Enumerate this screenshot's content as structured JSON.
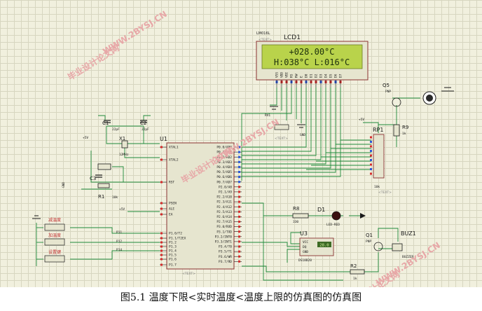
{
  "caption": "图5.1  温度下限<实时温度<温度上限的仿真图的仿真图",
  "watermark": {
    "cn": "毕业设计论文网",
    "en": "WWW.2BYSJ.CN"
  },
  "lcd": {
    "ref": "LCD1",
    "part": "LM016L",
    "text_tag": "<TEXT>",
    "line1": "+028.00°C",
    "line2": "H:038°C  L:016°C",
    "pins": [
      "VSS",
      "VDD",
      "VEE",
      "RS",
      "RW",
      "E",
      "D0",
      "D1",
      "D2",
      "D3",
      "D4",
      "D5",
      "D6",
      "D7"
    ],
    "color": "#b9d34b"
  },
  "mcu": {
    "ref": "U1",
    "text_tag": "<TEXT>",
    "left_pins": [
      "XTAL1",
      "XTAL2",
      "RST",
      "PSEN",
      "ALE",
      "EA",
      "P1.0/T2",
      "P1.1/T2EX",
      "P1.2",
      "P1.3",
      "P1.4",
      "P1.5",
      "P1.6",
      "P1.7"
    ],
    "right_pins": [
      "P0.0/AD0",
      "P0.1/AD1",
      "P0.2/AD2",
      "P0.3/AD3",
      "P0.4/AD4",
      "P0.5/AD5",
      "P0.6/AD6",
      "P0.7/AD7",
      "P2.0/A8",
      "P2.1/A9",
      "P2.2/A10",
      "P2.3/A11",
      "P2.4/A12",
      "P2.5/A13",
      "P2.6/A14",
      "P2.7/A15",
      "P3.0/RXD",
      "P3.1/TXD",
      "P3.2/INT0",
      "P3.3/INT1",
      "P3.4/T0",
      "P3.5/T1",
      "P3.6/WR",
      "P3.7/RD"
    ],
    "net_labels": [
      "P11",
      "P12",
      "P14"
    ]
  },
  "parts": {
    "c1": "C1",
    "c1_val": "22pF",
    "c2": "C2",
    "c2_val": "22pF",
    "x1": "X1",
    "x1_val": "12MHz",
    "c3": "C3",
    "r1": "R1",
    "r1_val": "10k",
    "pot": "RV1",
    "rp1": "RP1",
    "rp1_val": "10k",
    "q5": "Q5",
    "q5_type": "PNP",
    "r9": "R9",
    "r9_val": "1k",
    "r8": "R8",
    "r8_val": "330",
    "d1": "D1",
    "d1_val": "LED-RED",
    "u3": "U3",
    "u3_part": "DS18B20",
    "u3_pins": [
      "VCC",
      "DQ",
      "GND"
    ],
    "u3_reading": "28.0",
    "q1": "Q1",
    "q1_type": "PNP",
    "r2": "R2",
    "r2_val": "1k",
    "buz": "BUZ1",
    "buz_part": "BUZZER",
    "vcc": "+5V",
    "gnd": "GND",
    "text_tag": "<TEXT>",
    "buttons": [
      "减温度",
      "加温度",
      "设置键"
    ]
  },
  "colors": {
    "wire": "#1f8a3a",
    "pin_red": "#d62b2b",
    "pin_blue": "#2b57d6",
    "part_fill": "#e6e5cf",
    "part_stroke": "#8a3232"
  }
}
